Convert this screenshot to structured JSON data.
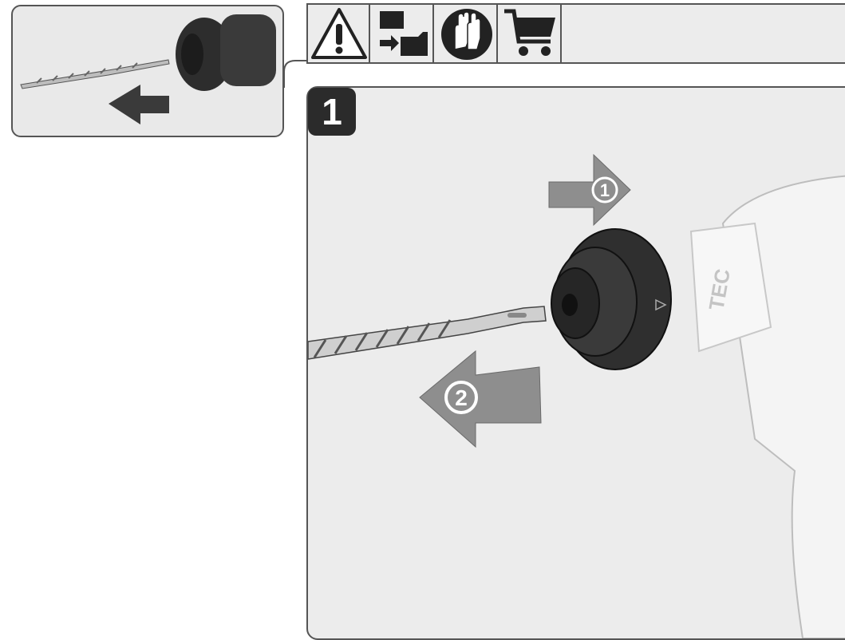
{
  "step": {
    "number": "1"
  },
  "arrows": {
    "first_label": "1",
    "second_label": "2"
  },
  "tool": {
    "brand_text": "TEC"
  },
  "icons": [
    "warning-triangle",
    "battery-removal",
    "gloves",
    "cart"
  ],
  "colors": {
    "panel": "#ececec",
    "border": "#555555",
    "dark": "#2b2b2b",
    "arrow": "#8e8e8e"
  }
}
